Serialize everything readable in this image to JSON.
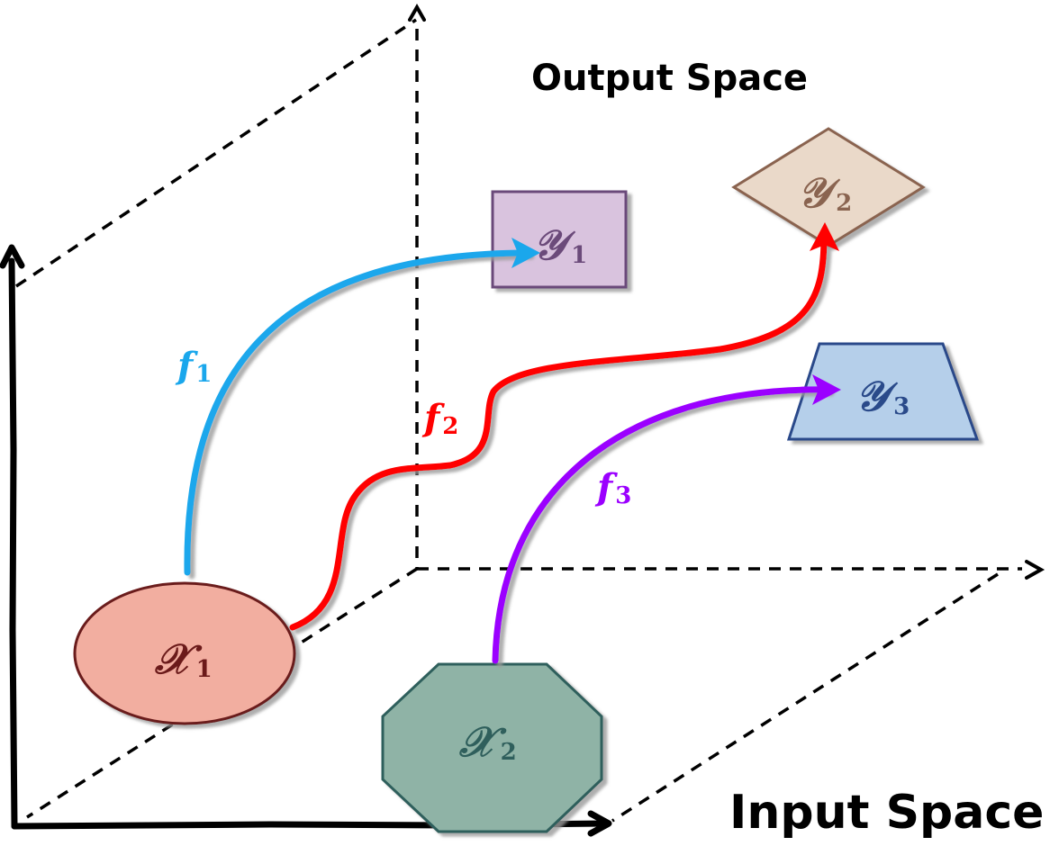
{
  "labels": {
    "output_space": "Output Space",
    "input_space": "Input Space"
  },
  "sets": {
    "x1": {
      "name": "𝒳",
      "sub": "1"
    },
    "x2": {
      "name": "𝒳",
      "sub": "2"
    },
    "y1": {
      "name": "𝒴",
      "sub": "1"
    },
    "y2": {
      "name": "𝒴",
      "sub": "2"
    },
    "y3": {
      "name": "𝒴",
      "sub": "3"
    }
  },
  "functions": {
    "f1": {
      "name": "f",
      "sub": "1"
    },
    "f2": {
      "name": "f",
      "sub": "2"
    },
    "f3": {
      "name": "f",
      "sub": "3"
    }
  },
  "colors": {
    "f1": "#1aa7ec",
    "f2": "#ff0000",
    "f3": "#9b00ff",
    "x1_fill": "#f2aea0",
    "x1_stroke": "#6b1a1a",
    "x1_text": "#6b1a1a",
    "x2_fill": "#8fb3a6",
    "x2_stroke": "#2f5f5c",
    "x2_text": "#2f5f5c",
    "y1_fill": "#d9c3de",
    "y1_stroke": "#6b4a7a",
    "y1_text": "#6b4a7a",
    "y2_fill": "#ead9c9",
    "y2_stroke": "#8a6450",
    "y2_text": "#8a6450",
    "y3_fill": "#b5cfea",
    "y3_stroke": "#2a4a8a",
    "y3_text": "#2a4a8a"
  }
}
